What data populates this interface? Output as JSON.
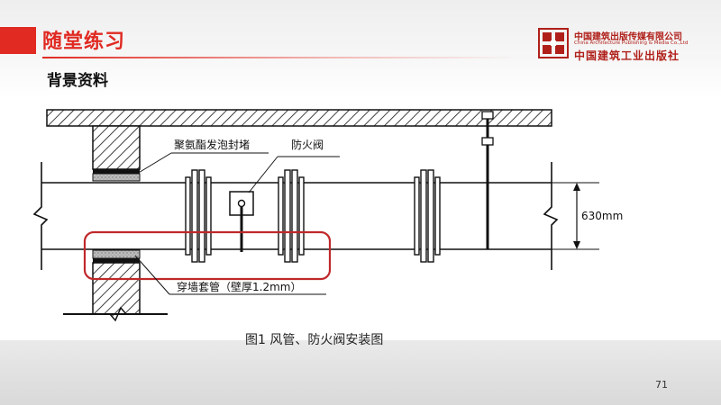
{
  "header": {
    "title": "随堂练习",
    "section": "背景资料"
  },
  "logo": {
    "name_cn": "中国建筑出版传媒有限公司",
    "name_en": "China Architecture Publishing & Media Co.,Ltd",
    "name_calligraphy": "中国建筑工业出版社"
  },
  "diagram": {
    "labels": {
      "sealant": "聚氨酯发泡封堵",
      "fire_damper": "防火阀",
      "sleeve": "穿墙套管（壁厚1.2mm）",
      "dimension": "630mm"
    },
    "caption": "图1  风管、防火阀安装图",
    "colors": {
      "line": "#111111",
      "highlight": "#c0282a",
      "header_red": "#e02a22"
    }
  },
  "footer": {
    "page_number": "71"
  }
}
